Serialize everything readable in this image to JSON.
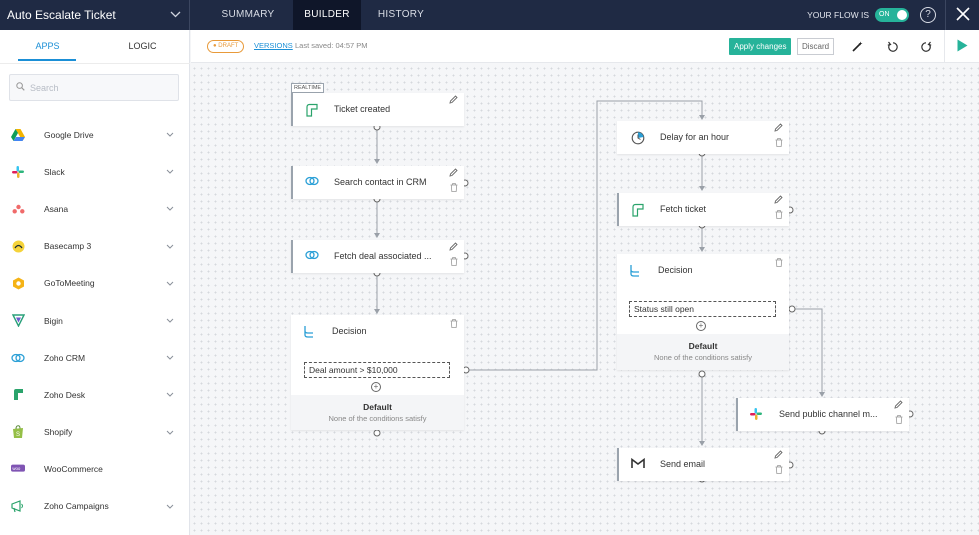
{
  "header": {
    "flow_name": "Auto Escalate Ticket",
    "tabs": [
      {
        "label": "SUMMARY"
      },
      {
        "label": "BUILDER"
      },
      {
        "label": "HISTORY"
      }
    ],
    "flow_status_label": "YOUR FLOW IS",
    "toggle_label": "ON",
    "help_glyph": "?",
    "close_icon": "close-icon"
  },
  "sidebar": {
    "tabs": [
      {
        "label": "APPS"
      },
      {
        "label": "LOGIC"
      }
    ],
    "search_placeholder": "Search",
    "apps": [
      {
        "name": "Google Drive",
        "icon": "google-drive-icon"
      },
      {
        "name": "Slack",
        "icon": "slack-icon"
      },
      {
        "name": "Asana",
        "icon": "asana-icon"
      },
      {
        "name": "Basecamp 3",
        "icon": "basecamp-icon"
      },
      {
        "name": "GoToMeeting",
        "icon": "gotomeeting-icon"
      },
      {
        "name": "Bigin",
        "icon": "bigin-icon"
      },
      {
        "name": "Zoho CRM",
        "icon": "zoho-crm-icon"
      },
      {
        "name": "Zoho Desk",
        "icon": "zoho-desk-icon"
      },
      {
        "name": "Shopify",
        "icon": "shopify-icon"
      },
      {
        "name": "WooCommerce",
        "icon": "woocommerce-icon"
      },
      {
        "name": "Zoho Campaigns",
        "icon": "zoho-campaigns-icon"
      }
    ]
  },
  "toolbar": {
    "draft_label": "● DRAFT",
    "versions_label": "VERSIONS",
    "last_saved": "Last saved: 04:57 PM",
    "apply_label": "Apply changes",
    "discard_label": "Discard"
  },
  "flow": {
    "realtime_tag": "REALTIME",
    "trigger": "Ticket created",
    "search_contact": "Search contact in CRM",
    "fetch_deal": "Fetch deal associated ...",
    "decision1": {
      "title": "Decision",
      "condition": "Deal amount > $10,000",
      "default_title": "Default",
      "default_sub": "None of the conditions satisfy"
    },
    "delay": "Delay for an hour",
    "fetch_ticket": "Fetch ticket",
    "decision2": {
      "title": "Decision",
      "condition": "Status still open",
      "default_title": "Default",
      "default_sub": "None of the conditions satisfy"
    },
    "send_slack": "Send public channel m...",
    "send_email": "Send email"
  },
  "colors": {
    "topbar": "#1f2a44",
    "accent_blue": "#1b8fd6",
    "toggle_green": "#26b39a",
    "apply_green": "#26b39a",
    "draft_orange": "#e89a3a",
    "run_green": "#26b39a"
  }
}
